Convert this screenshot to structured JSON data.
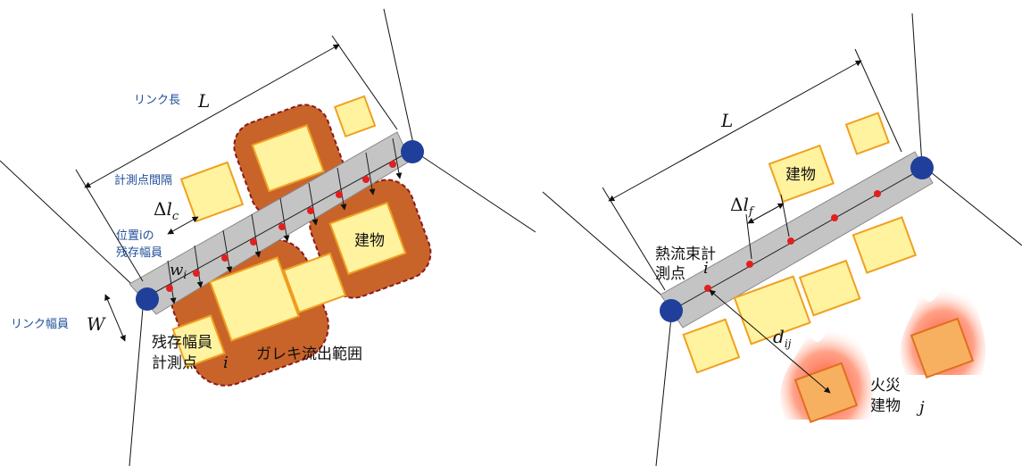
{
  "left": {
    "link_length_label": "リンク長",
    "link_length_symbol": "L",
    "interval_label": "計測点間隔",
    "interval_symbol_delta": "Δ",
    "interval_symbol_l": "l",
    "interval_symbol_sub": "c",
    "residual_at_i_line1": "位置iの",
    "residual_at_i_line2": "残存幅員",
    "wi_symbol": "w",
    "wi_sub": "i",
    "link_width_label": "リンク幅員",
    "link_width_symbol": "W",
    "building_label": "建物",
    "measure_point_line1": "残存幅員",
    "measure_point_line2": "計測点",
    "measure_point_i": "i",
    "debris_label": "ガレキ流出範囲"
  },
  "right": {
    "link_length_symbol": "L",
    "building_label": "建物",
    "interval_symbol_delta": "Δ",
    "interval_symbol_l": "l",
    "interval_symbol_sub": "f",
    "heatflux_line1": "熱流束計",
    "heatflux_line2": "測点",
    "heatflux_i": "i",
    "distance_symbol": "d",
    "distance_sub": "ij",
    "fire_line1": "火災",
    "fire_line2": "建物",
    "fire_j": "j"
  },
  "colors": {
    "road": "#c4c4c4",
    "node": "#1f3f9a",
    "measure_point": "#e02020",
    "building_fill": "#fff3a0",
    "building_stroke": "#f0a020",
    "debris": "#c8642a",
    "debris_outline": "#8a1a1a",
    "label_blue": "#1f4e9a"
  }
}
